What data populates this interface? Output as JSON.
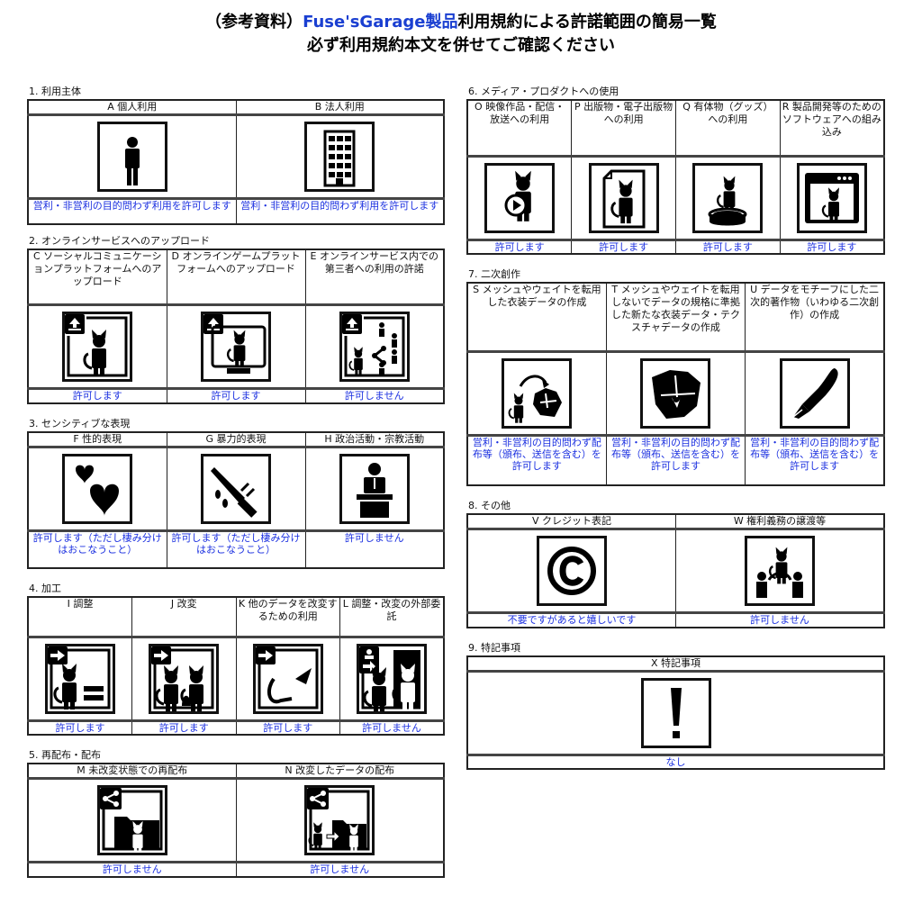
{
  "title": {
    "prefix": "（参考資料）",
    "brand": "Fuse'sGarage製品",
    "suffix": "利用規約による許諾範囲の簡易一覧",
    "subtitle": "必ず利用規約本文を併せてご確認ください"
  },
  "colors": {
    "result_text": "#1a2fe0",
    "brand": "#1a3fd1",
    "border": "#222222"
  },
  "sections": [
    {
      "label": "1. 利用主体",
      "items": [
        {
          "code": "A",
          "head": "A 個人利用",
          "icon": "person-icon",
          "result": "営利・非営利の目的問わず利用を許可します"
        },
        {
          "code": "B",
          "head": "B 法人利用",
          "icon": "building-icon",
          "result": "営利・非営利の目的問わず利用を許可します"
        }
      ]
    },
    {
      "label": "2. オンラインサービスへのアップロード",
      "items": [
        {
          "code": "C",
          "head": "C ソーシャルコミュニケーションプラットフォームへのアップロード",
          "icon": "upload-avatar-icon",
          "result": "許可します"
        },
        {
          "code": "D",
          "head": "D オンラインゲームプラットフォームへのアップロード",
          "icon": "upload-game-monitor-icon",
          "result": "許可します"
        },
        {
          "code": "E",
          "head": "E オンラインサービス内での第三者への利用の許諾",
          "icon": "upload-share-third-party-icon",
          "result": "許可しません"
        }
      ]
    },
    {
      "label": "3. センシティブな表現",
      "items": [
        {
          "code": "F",
          "head": "F 性的表現",
          "icon": "hearts-icon",
          "result": "許可します（ただし棲み分けはおこなうこと）"
        },
        {
          "code": "G",
          "head": "G 暴力的表現",
          "icon": "knife-icon",
          "result": "許可します（ただし棲み分けはおこなうこと）"
        },
        {
          "code": "H",
          "head": "H 政治活動・宗教活動",
          "icon": "podium-speaker-icon",
          "result": "許可しません"
        }
      ]
    },
    {
      "label": "4. 加工",
      "items": [
        {
          "code": "I",
          "head": "I 調整",
          "icon": "adjust-equal-icon",
          "result": "許可します"
        },
        {
          "code": "J",
          "head": "J 改変",
          "icon": "modify-two-avatars-icon",
          "result": "許可します"
        },
        {
          "code": "K",
          "head": "K 他のデータを改変するための利用",
          "icon": "parts-reuse-icon",
          "result": "許可します"
        },
        {
          "code": "L",
          "head": "L 調整・改変の外部委託",
          "icon": "outsource-icon",
          "result": "許可しません"
        }
      ]
    },
    {
      "label": "5. 再配布・配布",
      "items": [
        {
          "code": "M",
          "head": "M 未改変状態での再配布",
          "icon": "share-folder-icon",
          "result": "許可しません"
        },
        {
          "code": "N",
          "head": "N 改変したデータの配布",
          "icon": "share-modified-folder-icon",
          "result": "許可しません"
        }
      ]
    },
    {
      "label": "6. メディア・プロダクトへの使用",
      "items": [
        {
          "code": "O",
          "head": "O 映像作品・配信・放送への利用",
          "icon": "video-play-icon",
          "result": "許可します"
        },
        {
          "code": "P",
          "head": "P 出版物・電子出版物への利用",
          "icon": "document-icon",
          "result": "許可します"
        },
        {
          "code": "Q",
          "head": "Q 有体物（グッズ）への利用",
          "icon": "figure-goods-icon",
          "result": "許可します"
        },
        {
          "code": "R",
          "head": "R 製品開発等のためのソフトウェアへの組み込み",
          "icon": "software-window-icon",
          "result": "許可します"
        }
      ]
    },
    {
      "label": "7. 二次創作",
      "items": [
        {
          "code": "S",
          "head": "S メッシュやウェイトを転用した衣装データの作成",
          "icon": "mesh-transfer-icon",
          "result": "営利・非営利の目的問わず配布等（頒布、送信を含む）を許可します"
        },
        {
          "code": "T",
          "head": "T メッシュやウェイトを転用しないでデータの規格に準拠した新たな衣装データ・テクスチャデータの作成",
          "icon": "clothing-icon",
          "result": "営利・非営利の目的問わず配布等（頒布、送信を含む）を許可します"
        },
        {
          "code": "U",
          "head": "U データをモチーフにした二次的著作物（いわゆる二次創作）の作成",
          "icon": "pen-nib-icon",
          "result": "営利・非営利の目的問わず配布等（頒布、送信を含む）を許可します"
        }
      ]
    },
    {
      "label": "8. その他",
      "items": [
        {
          "code": "V",
          "head": "V クレジット表記",
          "icon": "copyright-icon",
          "result": "不要ですがあると嬉しいです"
        },
        {
          "code": "W",
          "head": "W 権利義務の譲渡等",
          "icon": "rights-transfer-icon",
          "result": "許可しません"
        }
      ]
    },
    {
      "label": "9. 特記事項",
      "items": [
        {
          "code": "X",
          "head": "X 特記事項",
          "icon": "exclamation-icon",
          "result": "なし"
        }
      ]
    }
  ]
}
